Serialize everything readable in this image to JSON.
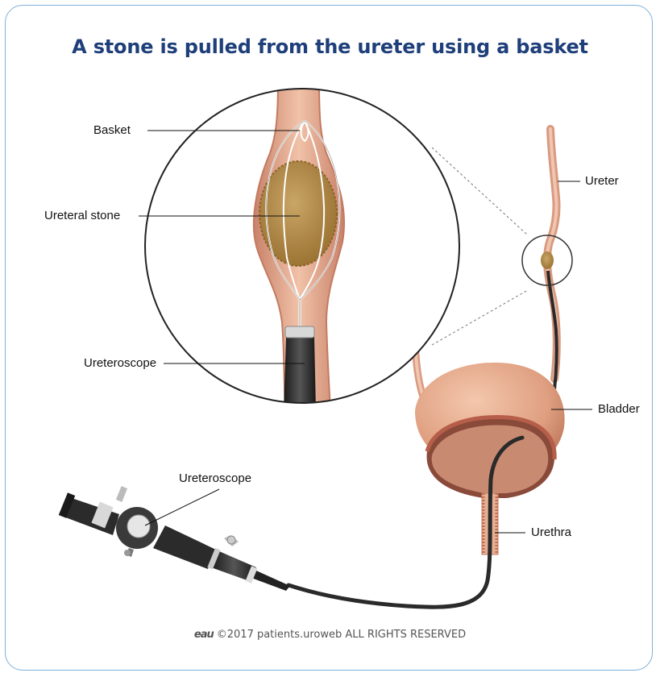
{
  "title": "A stone is pulled from the ureter using a basket",
  "labels": {
    "basket": "Basket",
    "ureteral_stone": "Ureteral stone",
    "ureteroscope_zoom": "Ureteroscope",
    "ureter": "Ureter",
    "bladder": "Bladder",
    "ureteroscope_device": "Ureteroscope",
    "urethra": "Urethra"
  },
  "footer": {
    "logo": "eau",
    "copyright": "©2017 patients.uroweb ALL RIGHTS RESERVED"
  },
  "colors": {
    "title": "#1f3f7a",
    "frame": "#7fb0d6",
    "tissue": "#e3a98a",
    "stone": "#b08a4a",
    "scope": "#333333"
  }
}
